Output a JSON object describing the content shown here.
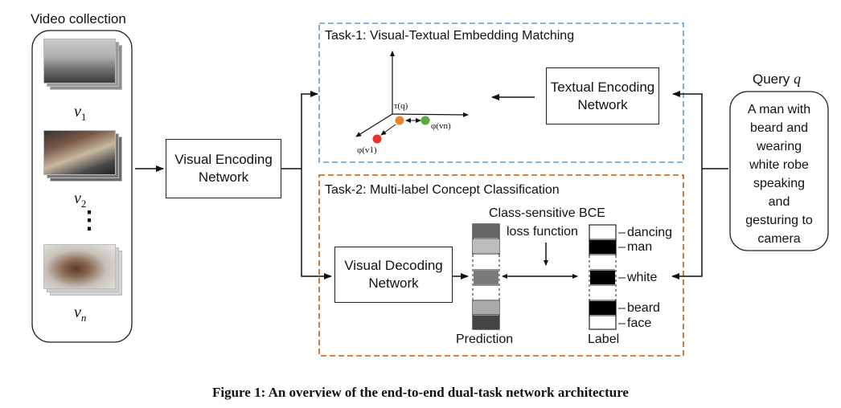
{
  "video_collection": {
    "title": "Video collection",
    "items": [
      {
        "label": "v",
        "subscript": "1"
      },
      {
        "label": "v",
        "subscript": "2"
      },
      {
        "label": "v",
        "subscript": "n"
      }
    ],
    "ellipsis": "⋮"
  },
  "visual_encoding": {
    "line1": "Visual Encoding",
    "line2": "Network"
  },
  "task1": {
    "title": "Task-1: Visual-Textual Embedding Matching",
    "border_color": "#5b9bd5",
    "tau_label": "τ(q)",
    "phi_n_label": "φ(vn)",
    "phi_1_label": "φ(v1)",
    "dot_colors": {
      "tau": "#e8872a",
      "phi_n": "#58ac3c",
      "phi_1": "#e8322a"
    }
  },
  "textual_encoding": {
    "line1": "Textual Encoding",
    "line2": "Network"
  },
  "task2": {
    "title": "Task-2: Multi-label Concept Classification",
    "border_color": "#c55a11"
  },
  "visual_decoding": {
    "line1": "Visual Decoding",
    "line2": "Network"
  },
  "bce": {
    "line1": "Class-sensitive BCE",
    "line2": "loss function"
  },
  "prediction": {
    "label": "Prediction"
  },
  "label_column": {
    "label": "Label",
    "concepts": [
      "dancing",
      "man",
      "white",
      "beard",
      "face"
    ]
  },
  "query": {
    "title": "Query",
    "variable": "q",
    "text": [
      "A man with",
      "beard and",
      "wearing",
      "white robe",
      "speaking",
      "and",
      "gesturing to",
      "camera"
    ]
  },
  "caption": "Figure 1: An overview of the end-to-end dual-task network architecture"
}
